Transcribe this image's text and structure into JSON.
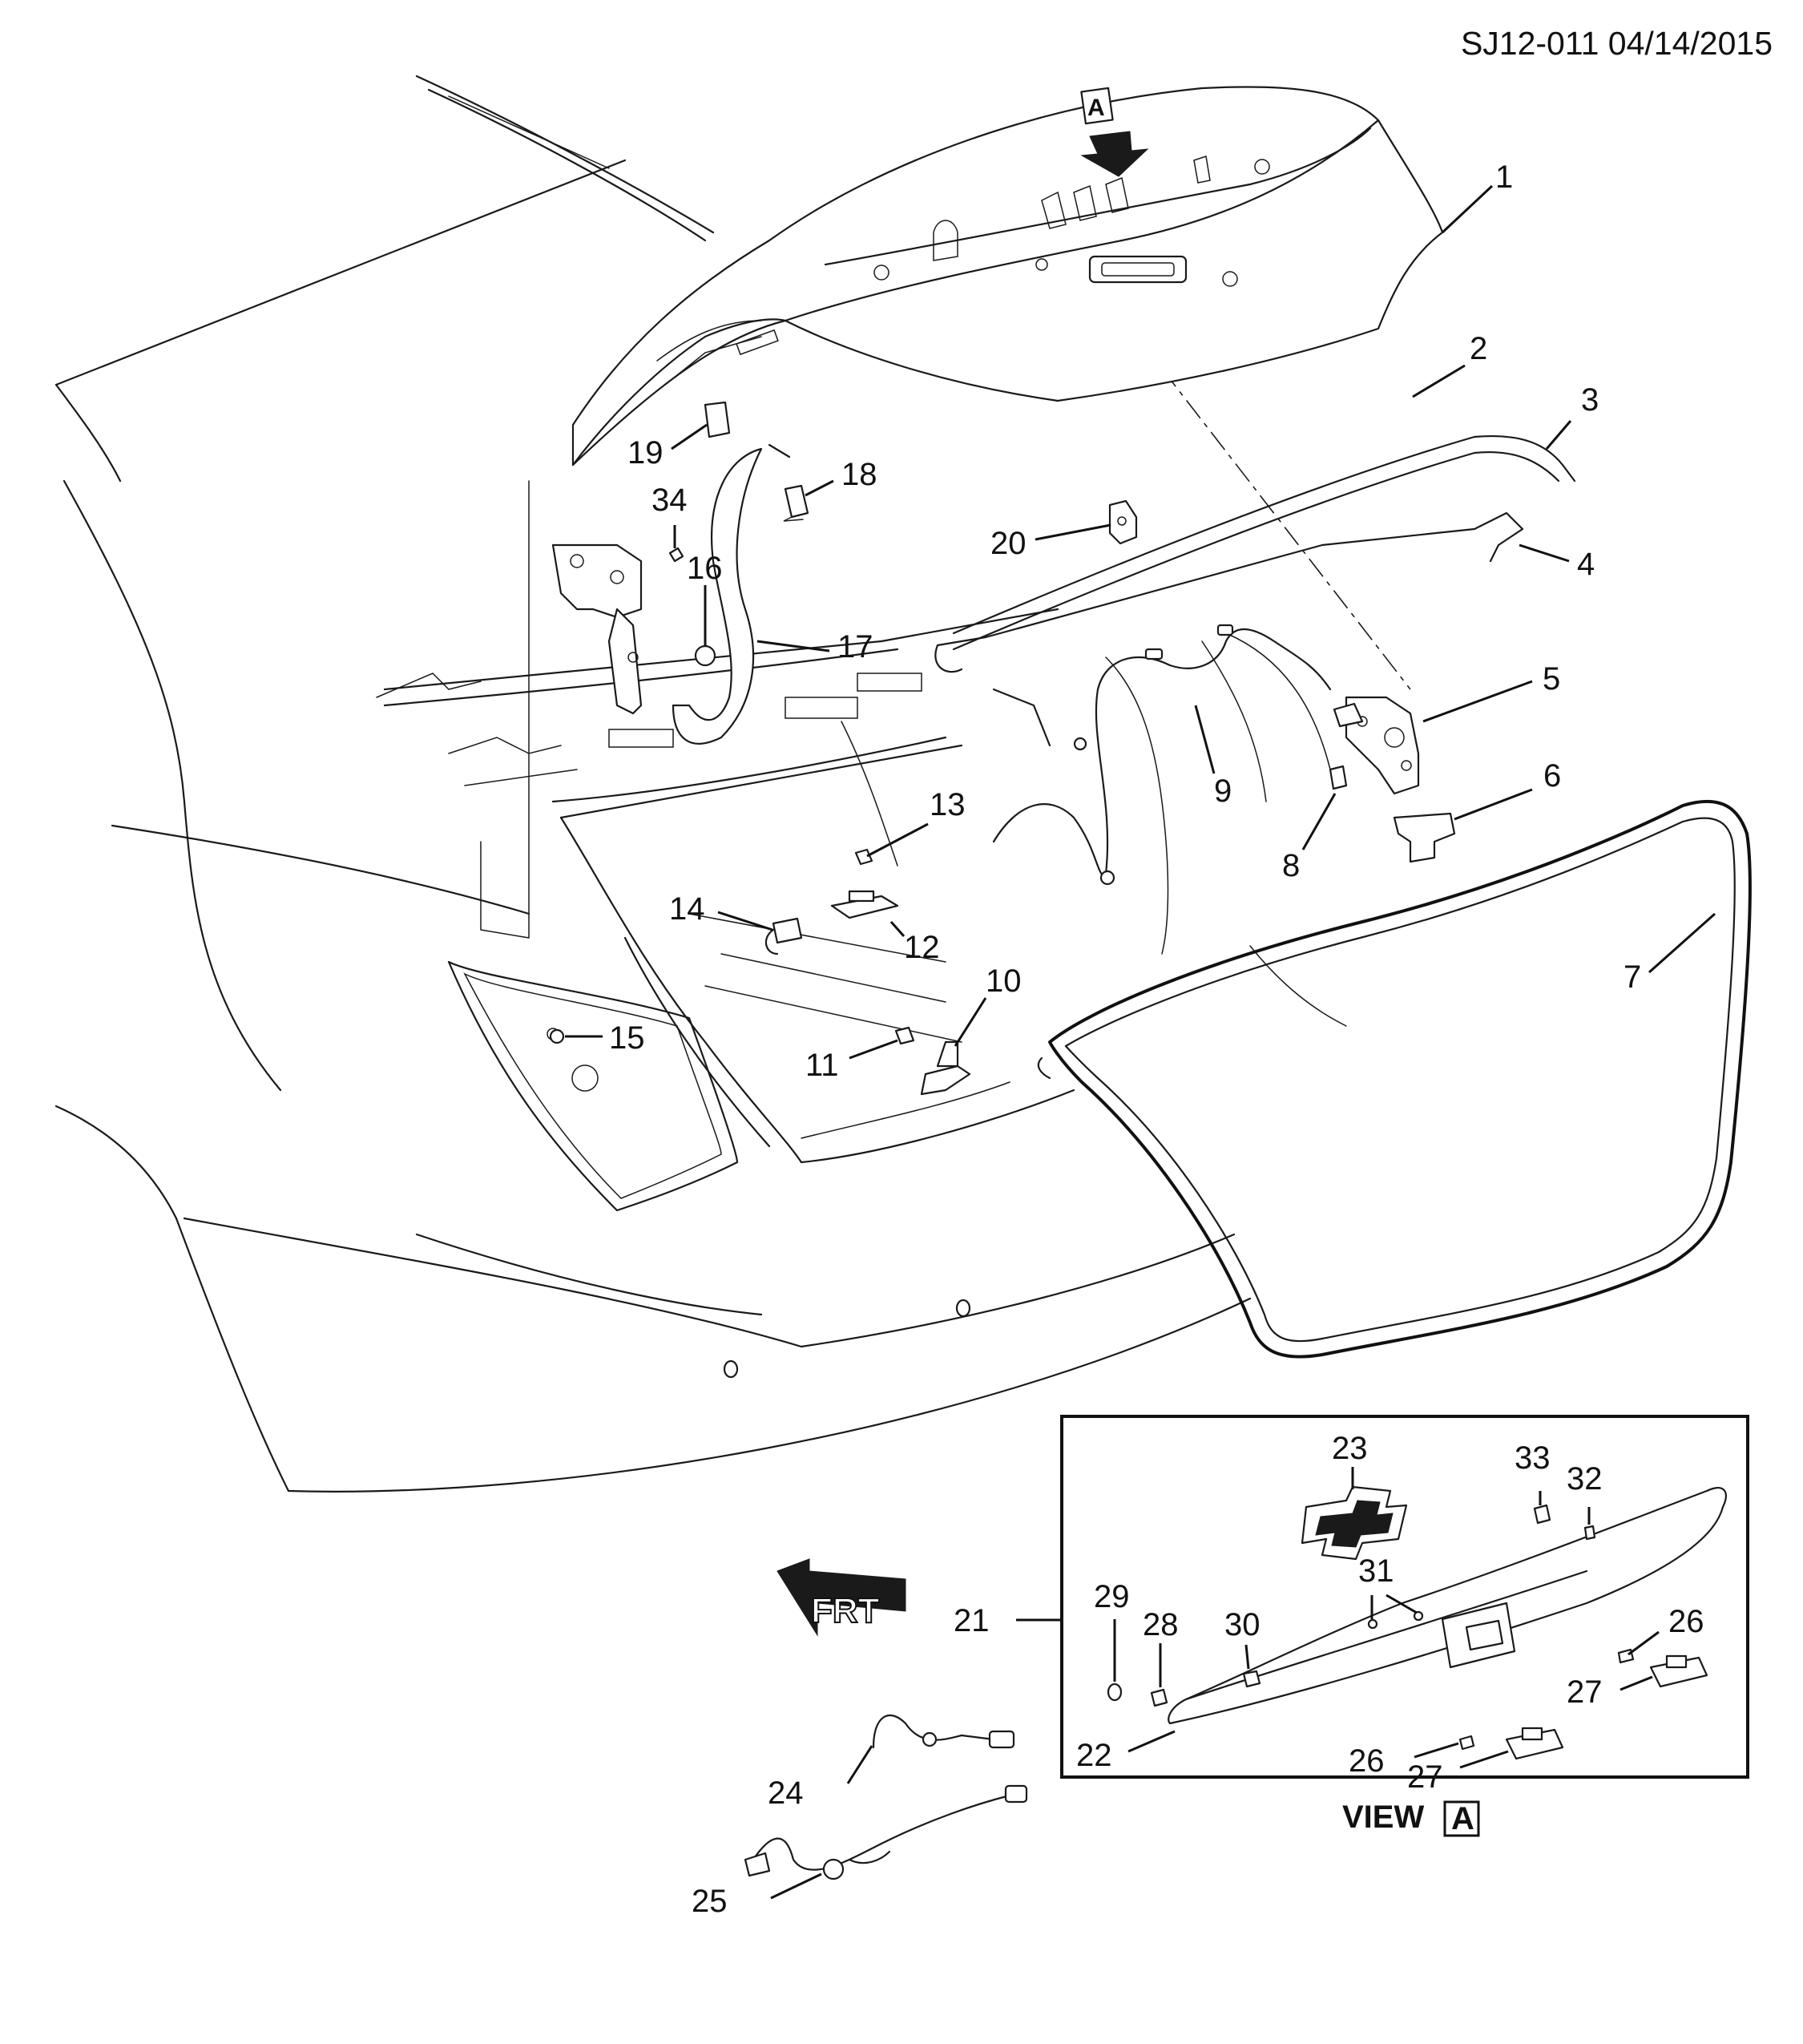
{
  "header": {
    "ref": "SJ12-011 04/14/2015"
  },
  "view": {
    "label": "VIEW",
    "letter": "A"
  },
  "arrow_marker": {
    "letter": "A"
  },
  "front_marker": {
    "text": "FRT"
  },
  "callouts": [
    {
      "id": "1"
    },
    {
      "id": "2"
    },
    {
      "id": "3"
    },
    {
      "id": "4"
    },
    {
      "id": "5"
    },
    {
      "id": "6"
    },
    {
      "id": "7"
    },
    {
      "id": "8"
    },
    {
      "id": "9"
    },
    {
      "id": "10"
    },
    {
      "id": "11"
    },
    {
      "id": "12"
    },
    {
      "id": "13"
    },
    {
      "id": "14"
    },
    {
      "id": "15"
    },
    {
      "id": "16"
    },
    {
      "id": "17"
    },
    {
      "id": "18"
    },
    {
      "id": "19"
    },
    {
      "id": "20"
    },
    {
      "id": "21"
    },
    {
      "id": "22"
    },
    {
      "id": "23"
    },
    {
      "id": "24"
    },
    {
      "id": "25"
    },
    {
      "id": "26"
    },
    {
      "id": "26"
    },
    {
      "id": "27"
    },
    {
      "id": "27"
    },
    {
      "id": "28"
    },
    {
      "id": "29"
    },
    {
      "id": "30"
    },
    {
      "id": "31"
    },
    {
      "id": "32"
    },
    {
      "id": "33"
    },
    {
      "id": "34"
    }
  ]
}
